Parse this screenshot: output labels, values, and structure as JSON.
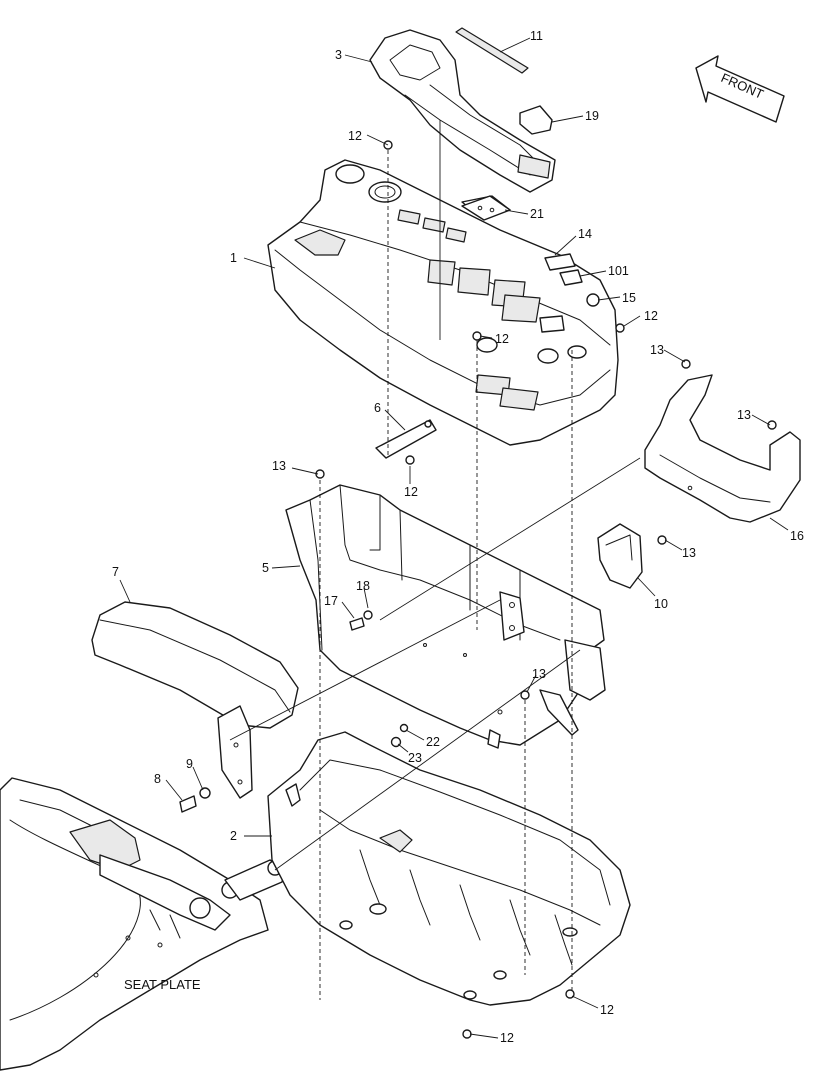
{
  "diagram": {
    "front_label": "FRONT",
    "seat_plate_label": "SEAT PLATE",
    "callouts": {
      "c1": "1",
      "c2": "2",
      "c3": "3",
      "c5": "5",
      "c6": "6",
      "c7": "7",
      "c8": "8",
      "c9": "9",
      "c10": "10",
      "c11": "11",
      "c12a": "12",
      "c12b": "12",
      "c12c": "12",
      "c12d": "12",
      "c12e": "12",
      "c12f": "12",
      "c13a": "13",
      "c13b": "13",
      "c13c": "13",
      "c13d": "13",
      "c13e": "13",
      "c14": "14",
      "c15": "15",
      "c16": "16",
      "c17": "17",
      "c18": "18",
      "c19": "19",
      "c21": "21",
      "c22": "22",
      "c23": "23",
      "c101": "101"
    }
  }
}
